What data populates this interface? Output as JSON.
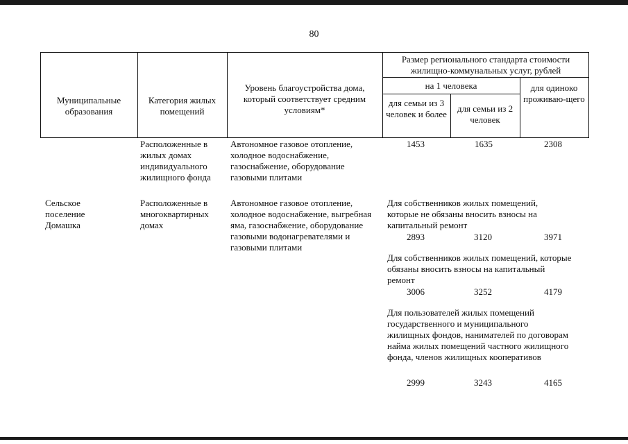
{
  "page_number": "80",
  "header": {
    "col_municipality": "Муниципальные образования",
    "col_category": "Категория жилых помещений",
    "col_level": "Уровень благоустройства дома, который соответствует средним условиям*",
    "size_group": "Размер регионального стандарта стоимости жилищно-коммунальных услуг, рублей",
    "per_person": "на 1 человека",
    "family3": "для семьи из 3 человек и более",
    "family2": "для семьи из 2 человек",
    "single": "для одиноко проживаю-щего"
  },
  "municipality": "Сельское поселение Домашка",
  "rows": [
    {
      "category": "Расположенные в жилых домах индивидуального жилищного фонда",
      "level": "Автономное газовое отопление, холодное водоснабжение, газоснабжение, оборудование газовыми плитами",
      "values": [
        "1453",
        "1635",
        "2308"
      ]
    },
    {
      "category": "Расположенные в многоквартирных домах",
      "level": "Автономное газовое отопление, холодное водоснабжение, выгребная яма, газоснабжение, оборудование газовыми водонагревателями и газовыми плитами",
      "groups": [
        {
          "note": "Для собственников жилых помещений, которые не обязаны вносить взносы на капитальный ремонт",
          "values": [
            "2893",
            "3120",
            "3971"
          ]
        },
        {
          "note": "Для собственников жилых помещений, которые обязаны вносить взносы на капитальный ремонт",
          "values": [
            "3006",
            "3252",
            "4179"
          ]
        },
        {
          "note": "Для пользователей жилых помещений государственного и муниципального жилищных фондов, нанимателей по договорам найма жилых помещений частного жилищного фонда, членов жилищных кооперативов",
          "values": [
            "2999",
            "3243",
            "4165"
          ]
        }
      ]
    }
  ]
}
